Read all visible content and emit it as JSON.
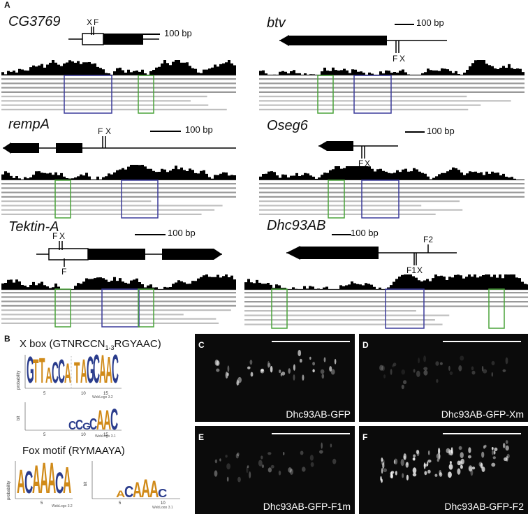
{
  "panelA": {
    "letter": "A",
    "scale": "100 bp",
    "genes": [
      {
        "name": "CG3769",
        "markers": [
          "X",
          "F"
        ]
      },
      {
        "name": "btv",
        "markers": [
          "F",
          "X"
        ]
      },
      {
        "name": "rempA",
        "markers": [
          "F",
          "X"
        ]
      },
      {
        "name": "Oseg6",
        "markers": [
          "F",
          "X"
        ]
      },
      {
        "name": "Tektin-A",
        "markers": [
          "F",
          "X",
          "F"
        ]
      },
      {
        "name": "Dhc93AB",
        "markers": [
          "F2",
          "F1",
          "X"
        ]
      }
    ]
  },
  "panelB": {
    "letter": "B",
    "xbox_title": "X box (GTNRCCN",
    "xbox_sub": "1-3",
    "xbox_tail": "RGYAAC)",
    "fox_title": "Fox motif (RYMAAYA)",
    "ylabel_prob": "probability",
    "ylabel_bit": "bit",
    "weblogo_32": "WebLogo 3.2",
    "weblogo_31": "WebLogo 3.1",
    "ticks_x": [
      "5",
      "10",
      "15"
    ],
    "ticks_f": [
      "5",
      "10"
    ],
    "xbox_logo1a": [
      "G",
      "T",
      "T",
      "A",
      "C",
      "C",
      "A"
    ],
    "xbox_logo1b": [
      "T",
      "A",
      "G",
      "C",
      "A",
      "A",
      "C"
    ],
    "xbox_logo2": [
      "C",
      "C",
      "G",
      "C",
      "A",
      "A",
      "C"
    ],
    "fox_logo1": [
      "A",
      "C",
      "A",
      "A",
      "A",
      "C",
      "A"
    ],
    "fox_logo2": [
      "A",
      "C",
      "A",
      "A",
      "A",
      "C"
    ]
  },
  "micrographs": [
    {
      "letter": "C",
      "label": "Dhc93AB-GFP"
    },
    {
      "letter": "D",
      "label": "Dhc93AB-GFP-Xm"
    },
    {
      "letter": "E",
      "label": "Dhc93AB-GFP-F1m"
    },
    {
      "letter": "F",
      "label": "Dhc93AB-GFP-F2"
    }
  ],
  "colors": {
    "blue_box": "#3b3b9a",
    "green_box": "#4aa33a",
    "logo_orange": "#d08a18",
    "logo_blue": "#2a3c8c",
    "logo_green": "#3a8a3a"
  }
}
